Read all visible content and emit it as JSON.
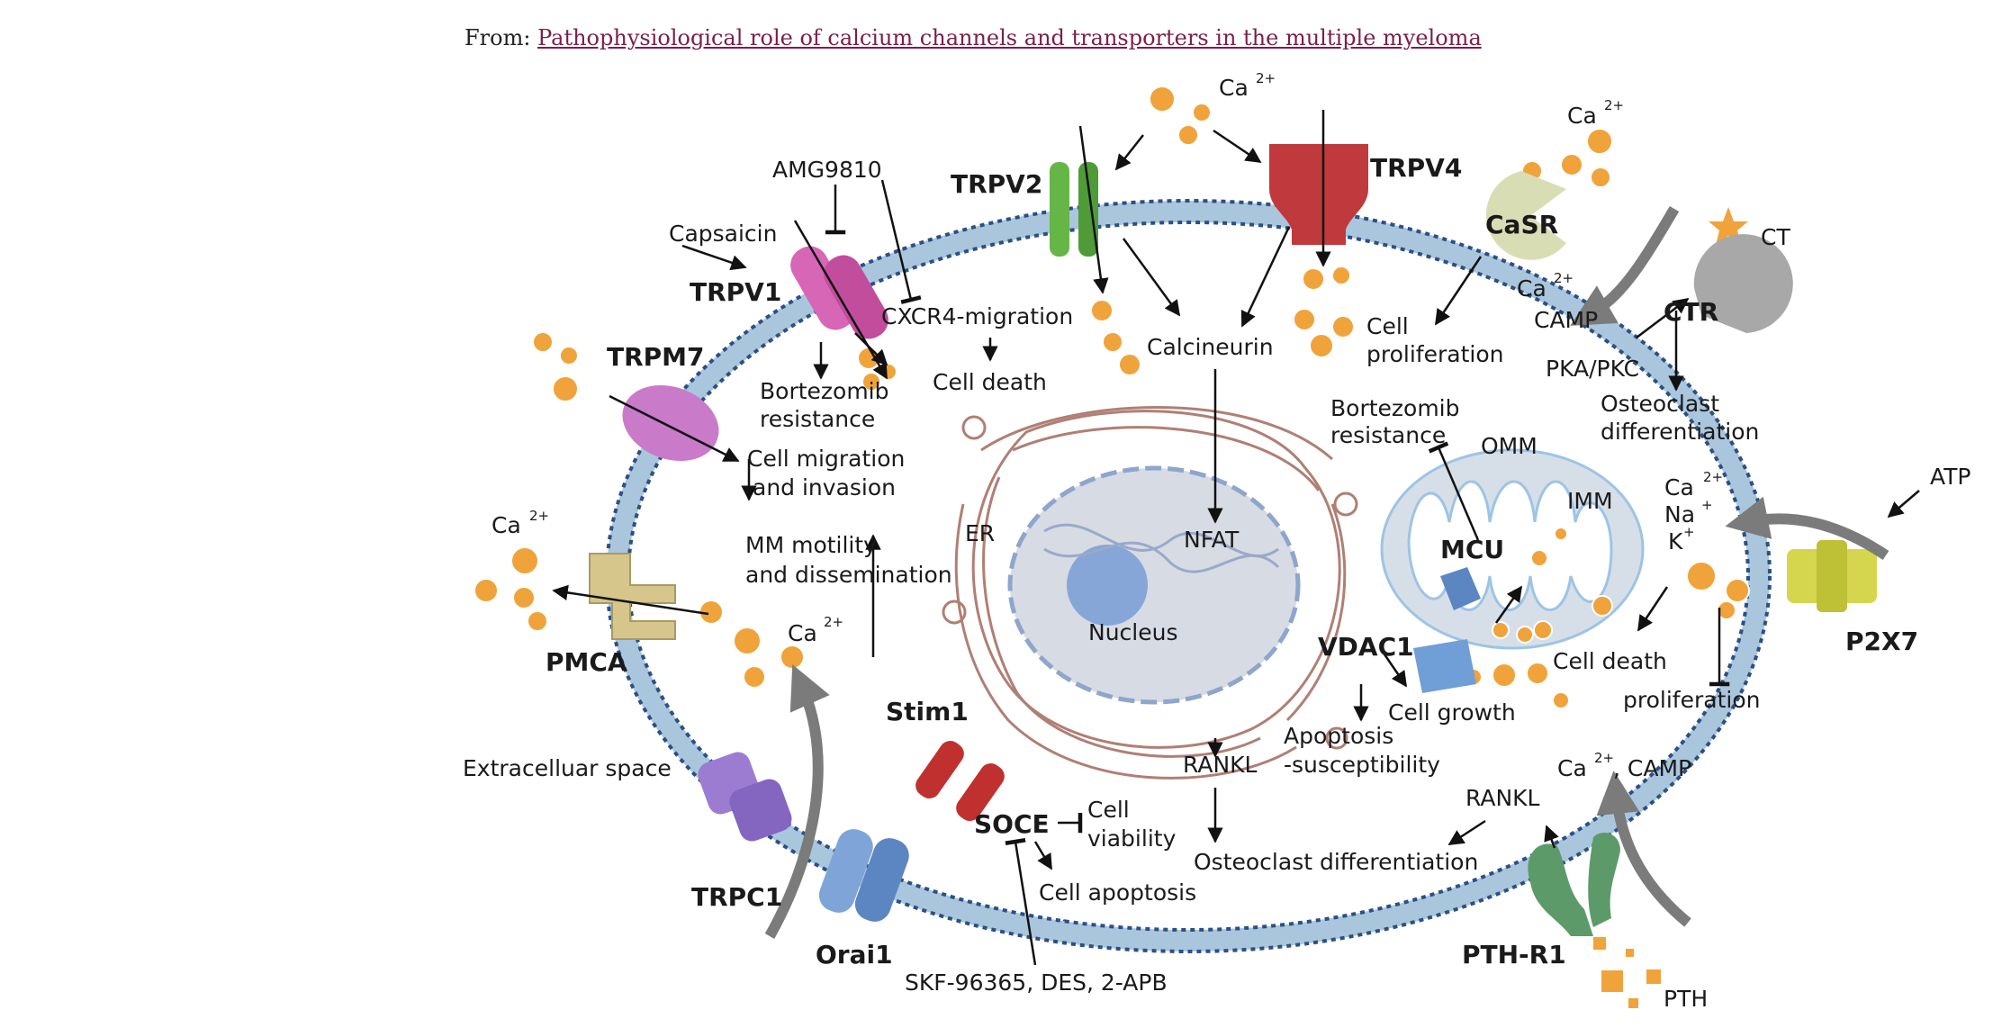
{
  "header": {
    "prefix": "From:",
    "link_text": "Pathophysiological role of calcium channels and transporters in the multiple myeloma"
  },
  "colors": {
    "membrane": "#aac6dc",
    "membrane_dash": "#2c4f86",
    "calcium_dot": "#f0a33a",
    "trpv1": "#d767b6",
    "trpv2": "#66b547",
    "trpv4": "#c0393c",
    "trpm7": "#c97ac9",
    "pmca": "#d6c68c",
    "trpc1": "#9b7cd1",
    "orai1": "#7fa5d8",
    "casr": "#d9ddb4",
    "ctr": "#a8a8a8",
    "p2x7": "#d5d64e",
    "pth_r1": "#5d9a6a",
    "stim1": "#c0302f",
    "er": "#b07f74",
    "nucleus": "#d7dbe4",
    "mito": "#d6dfe8"
  },
  "channels": {
    "trpv1": "TRPV1",
    "trpv2": "TRPV2",
    "trpv4": "TRPV4",
    "trpm7": "TRPM7",
    "pmca": "PMCA",
    "trpc1": "TRPC1",
    "orai1": "Orai1",
    "stim1": "Stim1",
    "soce": "SOCE",
    "casr": "CaSR",
    "ctr": "CTR",
    "p2x7": "P2X7",
    "pth_r1": "PTH-R1",
    "mcu": "MCU",
    "vdac1": "VDAC1"
  },
  "labels": {
    "amg9810": "AMG9810",
    "capsaicin": "Capsaicin",
    "cxcr4": "CXCR4-migration",
    "cell_death_1": "Cell death",
    "calcineurin": "Calcineurin",
    "cell_prolif_1": "Cell",
    "cell_prolif_2": "proliferation",
    "bortezomib_1": "Bortezomib",
    "bortezomib_2": "resistance",
    "cell_migration_1": "Cell migration",
    "cell_migration_2": "and invasion",
    "mm_motility_1": "MM motility",
    "mm_motility_2": "and dissemination",
    "er": "ER",
    "nfat": "NFAT",
    "nucleus": "Nucleus",
    "rankl": "RANKL",
    "osteoclast_diff": "Osteoclast differentiation",
    "extracellular": "Extracelluar space",
    "cell_viability_1": "Cell",
    "cell_viability_2": "viability",
    "cell_apoptosis": "Cell apoptosis",
    "inhibitors": "SKF-96365,  DES, 2-APB",
    "pka_pkc": "PKA/PKC",
    "osteoclast_1": "Osteoclast",
    "osteoclast_2": "differentiation",
    "bortezomib_mito_1": "Bortezomib",
    "bortezomib_mito_2": "resistance",
    "omm": "OMM",
    "imm": "IMM",
    "atp": "ATP",
    "ca_na_k_1": "Ca",
    "ca_na_k_2": "Na",
    "ca_na_k_3": "K",
    "cell_death_2": "Cell death",
    "proliferation": "proliferation",
    "apoptosis_1": "Apoptosis",
    "apoptosis_2": "-susceptibility",
    "cell_growth": "Cell growth",
    "rankl_2": "RANKL",
    "ca_camp_bottom": ", CAMP",
    "ca_camp_ctr": "CAMP",
    "ct": "CT",
    "pth": "PTH",
    "ca": "Ca",
    "ca_sup": "2+",
    "plus": "+"
  }
}
